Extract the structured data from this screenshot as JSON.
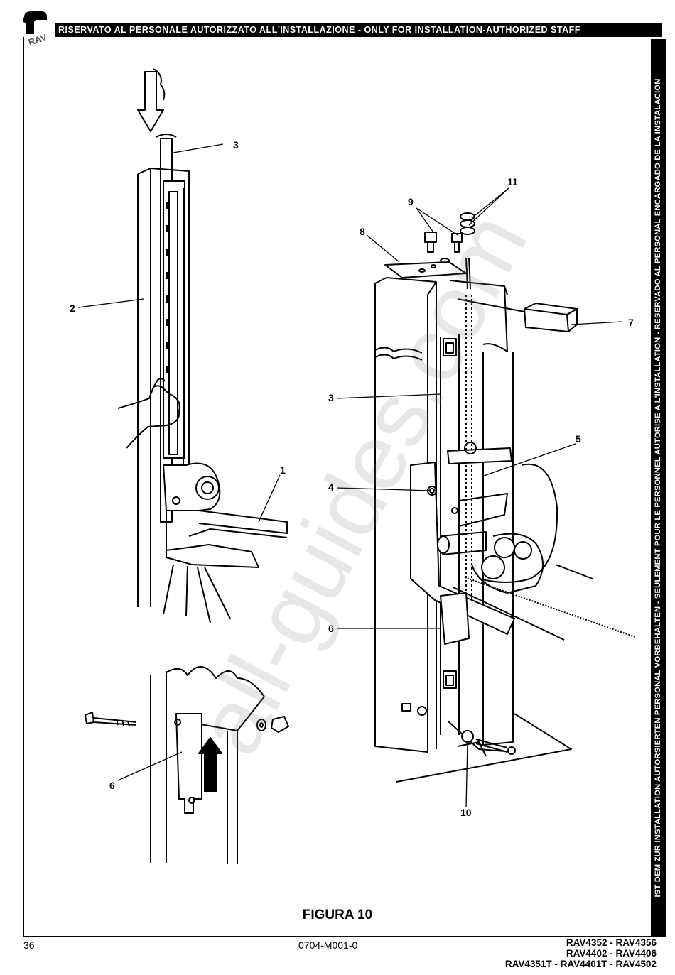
{
  "header": {
    "banner": "RISERVATO AL PERSONALE AUTORIZZATO ALL'INSTALLAZIONE - ONLY FOR INSTALLATION-AUTHORIZED STAFF",
    "logo_text": "RAV"
  },
  "sidebar": {
    "text": "IST DEM ZUR INSTALLATION AUTORSIERTEN PERSONAL VORBEHALTEN - SEULEMENT POUR LE PERSONNEL AUTORISE A L'INSTALLATION - RESERVADO AL PERSONAL ENCARGADO DE LA INSTALACION"
  },
  "figure": {
    "title": "FIGURA 10",
    "left_labels": [
      "3",
      "2",
      "1"
    ],
    "detail_labels": [
      "6"
    ],
    "right_labels": [
      "11",
      "9",
      "8",
      "7",
      "3",
      "5",
      "4",
      "6",
      "10"
    ]
  },
  "watermark": "all-guides.com",
  "footer": {
    "page_number": "36",
    "doc_code": "0704-M001-0",
    "models": [
      "RAV4352 - RAV4356",
      "RAV4402 - RAV4406",
      "RAV4351T - RAV4401T - RAV4502"
    ]
  }
}
